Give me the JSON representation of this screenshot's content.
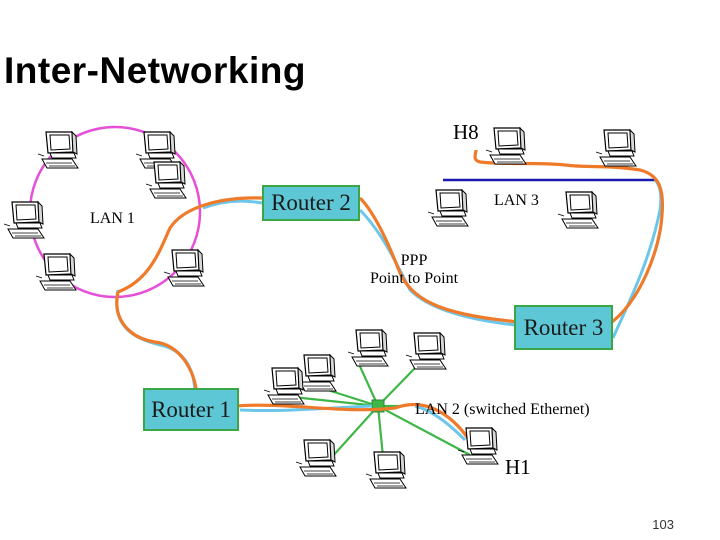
{
  "title": "Inter-Networking",
  "routers": {
    "r1": "Router 1",
    "r2": "Router 2",
    "r3": "Router 3"
  },
  "labels": {
    "lan1": "LAN 1",
    "lan2": "LAN 2 (switched Ethernet)",
    "lan3": "LAN 3",
    "ppp_line1": "PPP",
    "ppp_line2": "Point to Point",
    "h8": "H8",
    "h1": "H1"
  },
  "page_number": "103",
  "colors": {
    "router_fill": "#5ec7d6",
    "router_border": "#3aa645",
    "lan1_ring": "#e64fd8",
    "lan2_links": "#3fb648",
    "lan3_bus": "#1a1ab0",
    "route_path": "#ef7a2a",
    "wan_link": "#6cc6ea"
  },
  "icons": [
    "computer-icon"
  ]
}
